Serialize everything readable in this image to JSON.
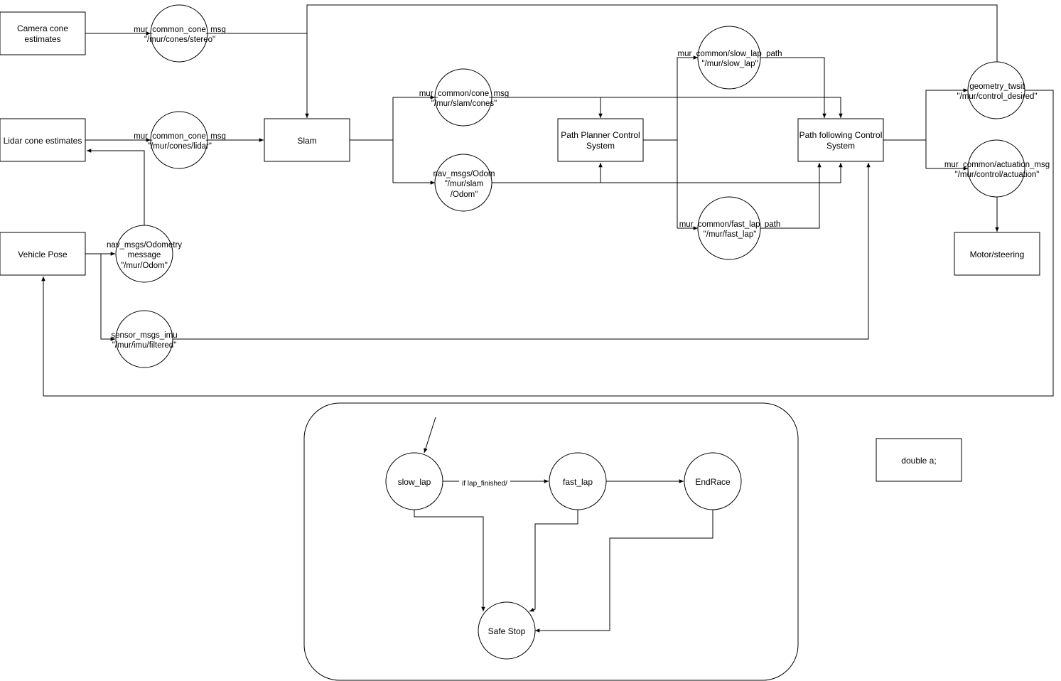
{
  "nodes": {
    "camera": [
      "Camera cone",
      "estimates"
    ],
    "lidar": [
      "Lidar cone estimates"
    ],
    "vehicle_pose": [
      "Vehicle Pose"
    ],
    "slam": [
      "Slam"
    ],
    "path_planner": [
      "Path Planner Control",
      "System"
    ],
    "path_following": [
      "Path following Control",
      "System"
    ],
    "motor": [
      "Motor/steering"
    ],
    "double_a": [
      "double a;"
    ]
  },
  "topics": {
    "stereo": [
      "mur_common_cone_msg",
      "\"/mur/cones/stereo\""
    ],
    "lidar": [
      "mur_common_cone_msg",
      "\"/mur/cones/lidar\""
    ],
    "odometry": [
      "nav_msgs/Odometry",
      "message",
      "\"/mur/Odom\""
    ],
    "imu": [
      "sensor_msgs_imu",
      "\"/mur/imu/filtered\""
    ],
    "slam_cones": [
      "mur_common/cone_msg",
      "\"/mur/slam/cones\""
    ],
    "slam_odom": [
      "nav_msgs/Odom",
      "\"/mur/slam",
      "/Odom\""
    ],
    "slow_lap_path": [
      "mur_common/slow_lap_path",
      "\"/mur/slow_lap\""
    ],
    "fast_lap_path": [
      "mur_common/fast_lap_path",
      "\"/mur/fast_lap\""
    ],
    "twist": [
      "geometry_twsit",
      "\"/mur/control_desired\""
    ],
    "actuation": [
      "mur_common/actuation_msg",
      "\"/mur/control/actuation\""
    ]
  },
  "state_machine": {
    "states": {
      "slow_lap": "slow_lap",
      "fast_lap": "fast_lap",
      "end_race": "EndRace",
      "safe_stop": "Safe Stop"
    },
    "transition_label": "if lap_finished/"
  }
}
